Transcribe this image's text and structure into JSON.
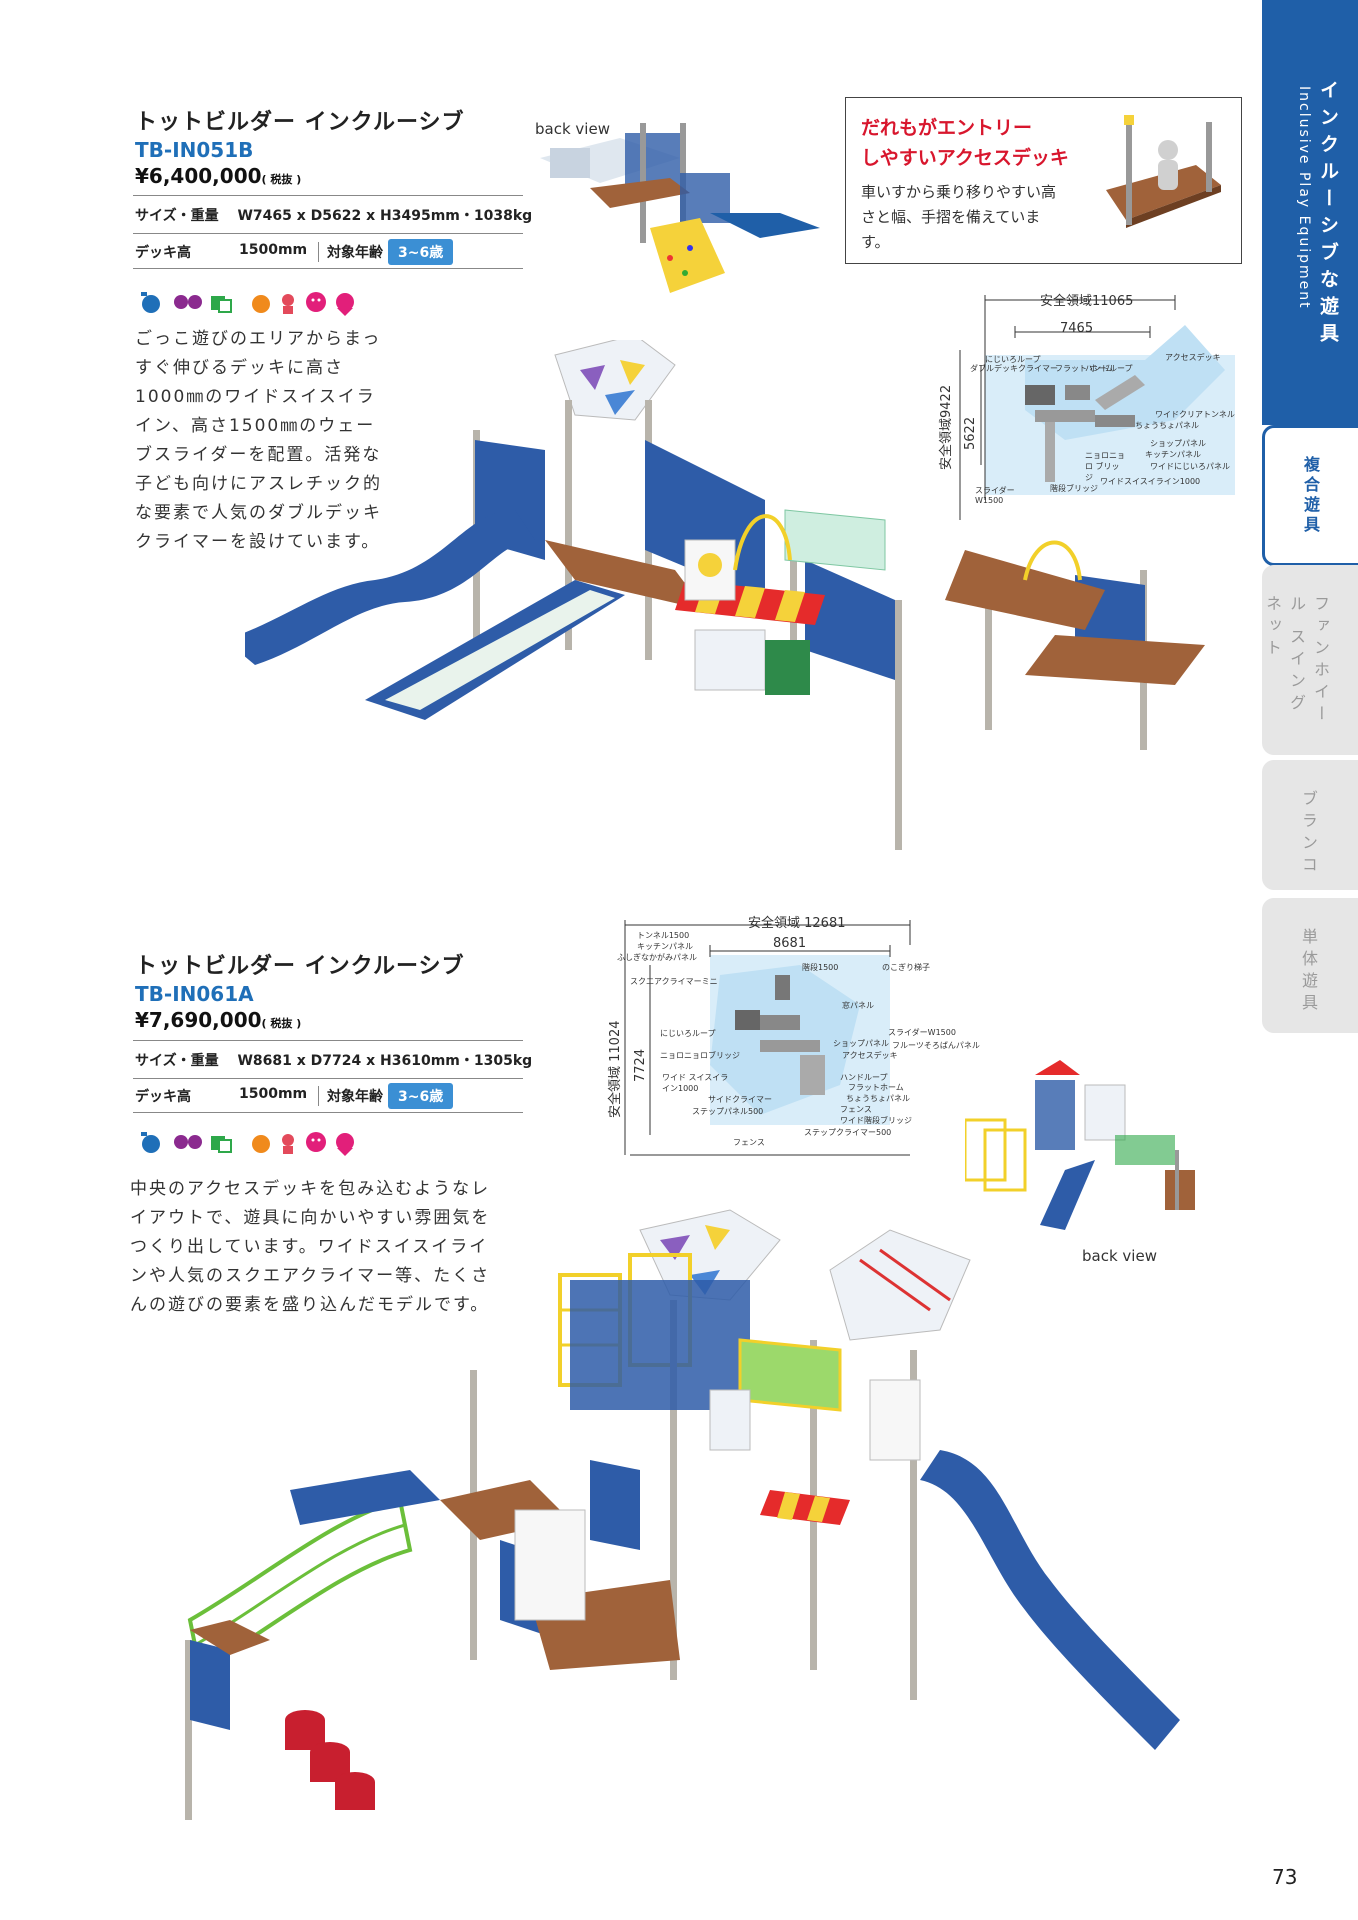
{
  "side_tabs": {
    "active_jp": "インクルーシブな遊具",
    "active_en": "Inclusive Play Equipment",
    "selected": "複合遊具",
    "items": [
      "ファンホイール スイングネット",
      "ブランコ",
      "単体遊具"
    ]
  },
  "product1": {
    "title": "トットビルダー インクルーシブ",
    "code": "TB-IN051B",
    "price": "¥6,400,000",
    "tax": "( 税抜 )",
    "size_label": "サイズ・重量",
    "size_value": "W7465 x D5622 x H3495mm・1038kg",
    "deck_label": "デッキ高",
    "deck_value": "1500mm",
    "age_label": "対象年齢",
    "age_value": "3~6歳",
    "description": "ごっこ遊びのエリアからまっすぐ伸びるデッキに高さ1000㎜のワイドスイスイライン、高さ1500㎜のウェーブスライダーを配置。活発な子ども向けにアスレチック的な要素で人気のダブルデッキクライマーを設けています。",
    "back_view": "back view",
    "callout_title_1": "だれもがエントリー",
    "callout_title_2": "しやすいアクセスデッキ",
    "callout_body": "車いすから乗り移りやすい高さと幅、手摺を備えています。",
    "diagram": {
      "safety_w": "安全領域11065",
      "w": "7465",
      "safety_d": "安全領域9422",
      "d": "5622",
      "labels": [
        "にじいろループ",
        "ダブルデッキクライマー",
        "フラット ホーム",
        "ハンドループ",
        "アクセスデッキ",
        "ワイドクリアトンネル",
        "ちょうちょパネル",
        "ショップパネル",
        "キッチンパネル",
        "ニョロニョロ ブリッジ",
        "ワイドにじいろパネル",
        "ワイドスイスイライン1000",
        "階段ブリッジ",
        "スライダー W1500"
      ]
    }
  },
  "product2": {
    "title": "トットビルダー インクルーシブ",
    "code": "TB-IN061A",
    "price": "¥7,690,000",
    "tax": "( 税抜 )",
    "size_label": "サイズ・重量",
    "size_value": "W8681 x D7724 x H3610mm・1305kg",
    "deck_label": "デッキ高",
    "deck_value": "1500mm",
    "age_label": "対象年齢",
    "age_value": "3~6歳",
    "description": "中央のアクセスデッキを包み込むようなレイアウトで、遊具に向かいやすい雰囲気をつくり出しています。ワイドスイスイラインや人気のスクエアクライマー等、たくさんの遊びの要素を盛り込んだモデルです。",
    "back_view": "back view",
    "diagram": {
      "safety_w": "安全領域 12681",
      "w": "8681",
      "safety_d": "安全領域 11024",
      "d": "7724",
      "labels": [
        "トンネル1500",
        "キッチンパネル",
        "ふしぎなかがみパネル",
        "スクエアクライマーミニ",
        "階段1500",
        "のこぎり梯子",
        "窓パネル",
        "にじいろループ",
        "ショップパネル",
        "スライダーW1500",
        "フルーツそろばんパネル",
        "ニョロニョロブリッジ",
        "アクセスデッキ",
        "ワイド スイスイライン1000",
        "ハンドループ",
        "フラットホーム",
        "サイドクライマー",
        "ちょうちょパネル",
        "ステップパネル500",
        "フェンス",
        "ワイド階段ブリッジ",
        "ステップクライマー500",
        "フェンス"
      ]
    }
  },
  "page_number": "73"
}
